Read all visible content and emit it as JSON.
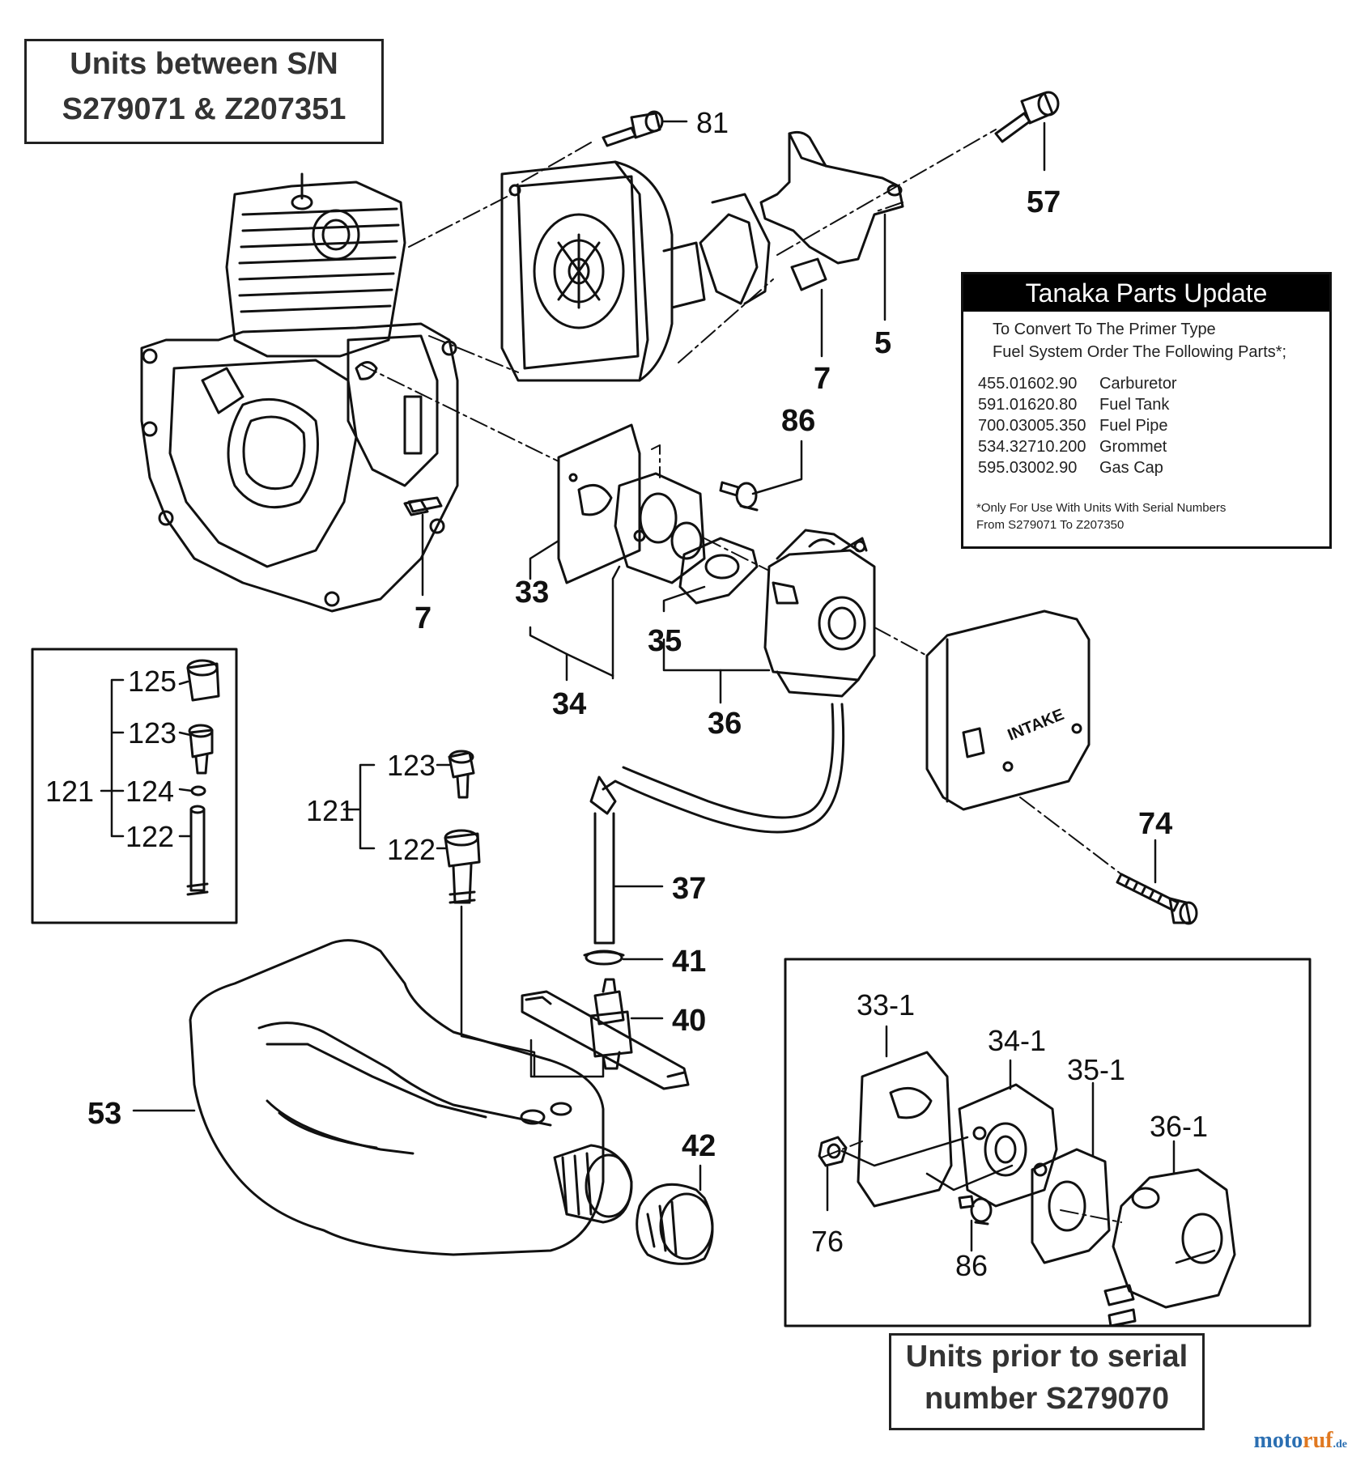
{
  "top_box": {
    "line1": "Units between S/N",
    "line2": "S279071 & Z207351"
  },
  "bottom_box": {
    "line1": "Units prior to serial",
    "line2": "number S279070"
  },
  "update": {
    "title": "Tanaka Parts Update",
    "intro1": "To Convert To The Primer Type",
    "intro2": "Fuel System Order The Following Parts*;",
    "parts": [
      {
        "number": "455.01602.90",
        "name": "Carburetor"
      },
      {
        "number": "591.01620.80",
        "name": "Fuel Tank"
      },
      {
        "number": "700.03005.350",
        "name": "Fuel Pipe"
      },
      {
        "number": "534.32710.200",
        "name": "Grommet"
      },
      {
        "number": "595.03002.90",
        "name": "Gas Cap"
      }
    ],
    "note1": "*Only For Use With Units With Serial Numbers",
    "note2": "From S279071 To Z207350"
  },
  "callouts": {
    "c81": "81",
    "c57": "57",
    "c5": "5",
    "c7a": "7",
    "c86": "86",
    "c7b": "7",
    "c33": "33",
    "c34": "34",
    "c35": "35",
    "c36": "36",
    "c74": "74",
    "c37": "37",
    "c41": "41",
    "c40": "40",
    "c42": "42",
    "c53": "53",
    "c125": "125",
    "c123a": "123",
    "c121a": "121",
    "c124": "124",
    "c122a": "122",
    "c123b": "123",
    "c121b": "121",
    "c122b": "122",
    "c33_1": "33-1",
    "c34_1": "34-1",
    "c35_1": "35-1",
    "c36_1": "36-1",
    "c76": "76",
    "c86b": "86"
  },
  "intake_label": "INTAKE",
  "watermark": {
    "a": "moto",
    "b": "ruf",
    "c": ".de"
  }
}
